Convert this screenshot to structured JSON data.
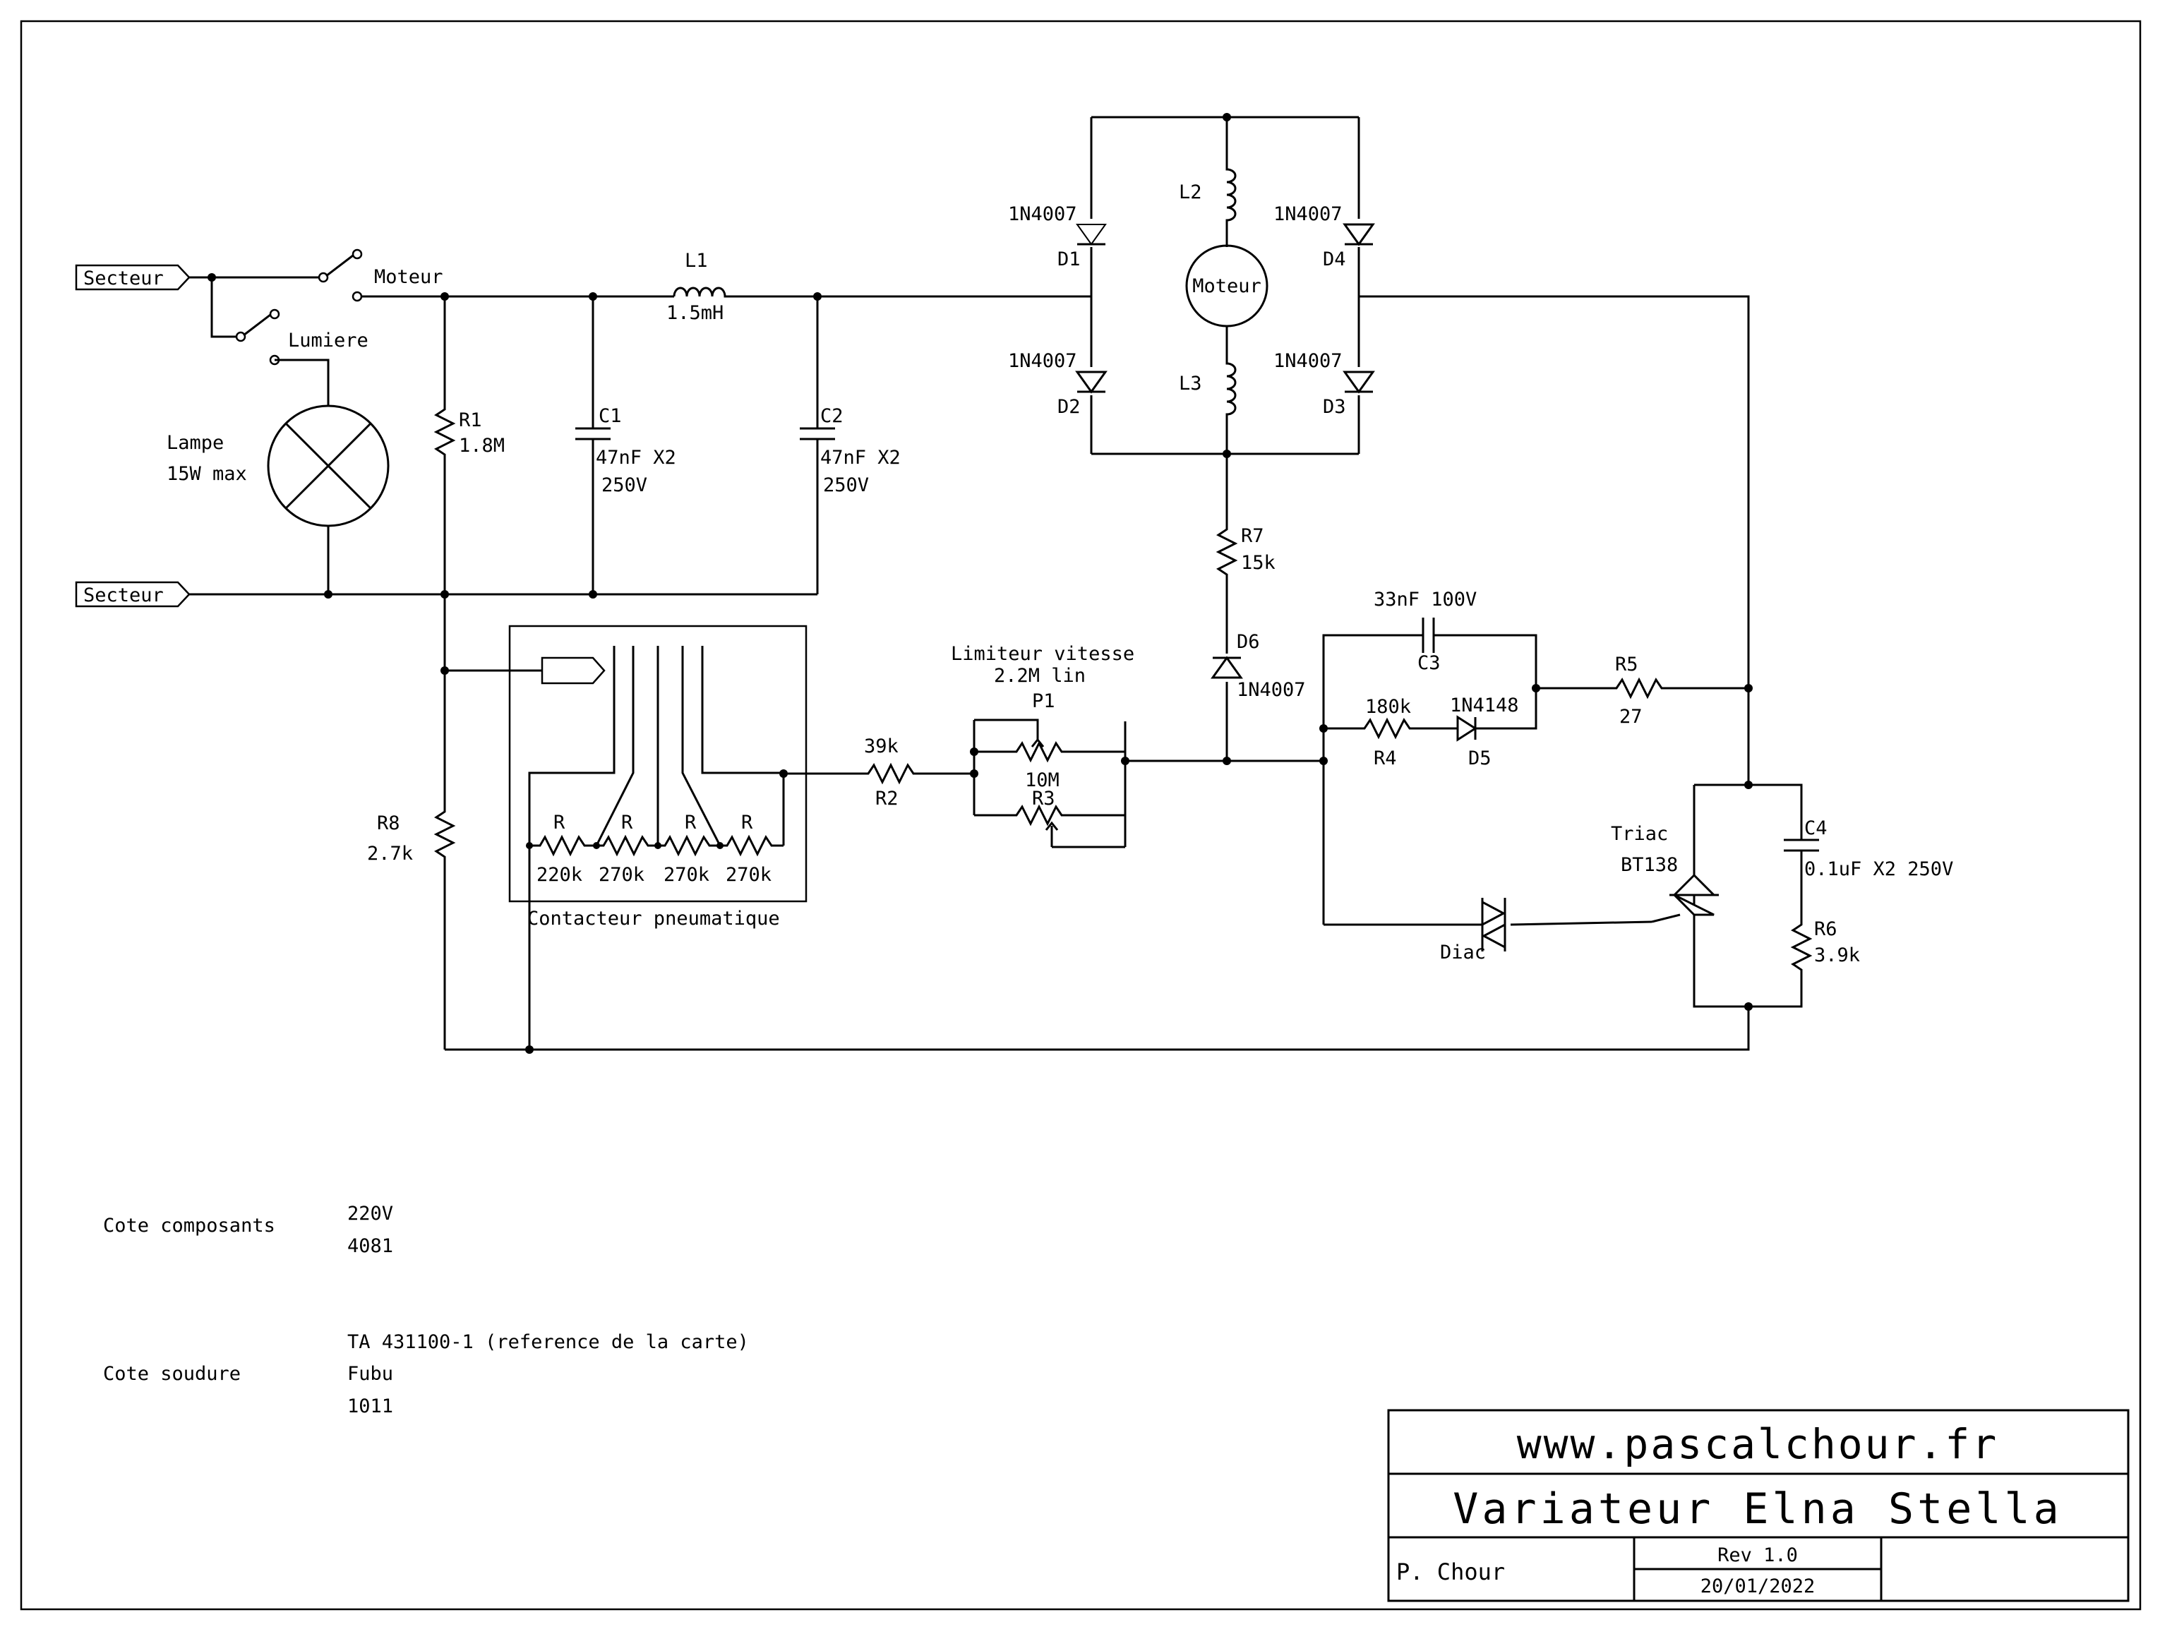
{
  "labels": {
    "secteur_top": "Secteur",
    "secteur_bottom": "Secteur",
    "moteur_switch": "Moteur",
    "lumiere_switch": "Lumiere",
    "lampe": "Lampe",
    "lampe_power": "15W max",
    "r1_name": "R1",
    "r1_value": "1.8M",
    "c1_name": "C1",
    "c1_value": "47nF X2",
    "c1_voltage": "250V",
    "c2_name": "C2",
    "c2_value": "47nF X2",
    "c2_voltage": "250V",
    "l1_name": "L1",
    "l1_value": "1.5mH",
    "d1_part": "1N4007",
    "d1_name": "D1",
    "d2_part": "1N4007",
    "d2_name": "D2",
    "d3_part": "1N4007",
    "d3_name": "D3",
    "d4_part": "1N4007",
    "d4_name": "D4",
    "l2_name": "L2",
    "l3_name": "L3",
    "motor_label": "Moteur",
    "r7_name": "R7",
    "r7_value": "15k",
    "d6_name": "D6",
    "d6_part": "1N4007",
    "c3_value": "33nF 100V",
    "c3_name": "C3",
    "r4_value": "180k",
    "r4_name": "R4",
    "d5_part": "1N4148",
    "d5_name": "D5",
    "r5_name": "R5",
    "r5_value": "27",
    "limiter_line1": "Limiteur vitesse",
    "limiter_line2": "2.2M lin",
    "p1_name": "P1",
    "r3_value": "10M",
    "r3_name": "R3",
    "r2_value": "39k",
    "r2_name": "R2",
    "r8_name": "R8",
    "r8_value": "2.7k",
    "res_r": "R",
    "res_220k": "220k",
    "res_270k": "270k",
    "contacteur": "Contacteur pneumatique",
    "triac_label": "Triac",
    "triac_part": "BT138",
    "diac_label": "Diac",
    "c4_name": "C4",
    "c4_value": "0.1uF X2 250V",
    "r6_name": "R6",
    "r6_value": "3.9k"
  },
  "notes": {
    "composants_title": "Cote composants",
    "composants_line1": "220V",
    "composants_line2": "4081",
    "soudure_title": "Cote soudure",
    "soudure_line1": "TA 431100-1 (reference de la carte)",
    "soudure_line2": "Fubu",
    "soudure_line3": "1011"
  },
  "title_block": {
    "website": "www.pascalchour.fr",
    "title": "Variateur Elna Stella",
    "author": "P. Chour",
    "revision": "Rev 1.0",
    "date": "20/01/2022"
  }
}
